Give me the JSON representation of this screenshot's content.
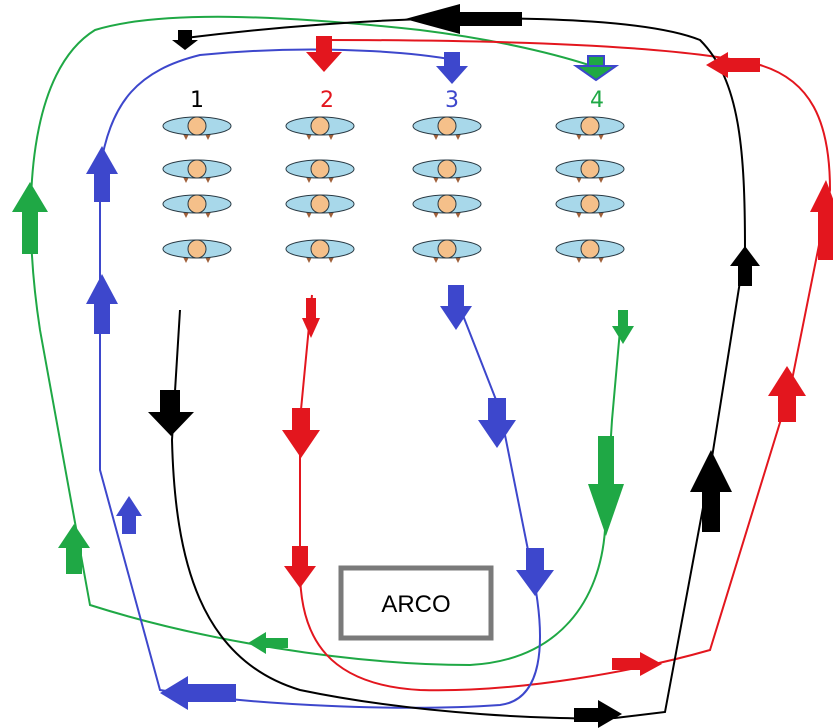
{
  "columns": [
    {
      "label": "1",
      "color": "#000000"
    },
    {
      "label": "2",
      "color": "#e3161e"
    },
    {
      "label": "3",
      "color": "#3d47cc"
    },
    {
      "label": "4",
      "color": "#1fa845"
    }
  ],
  "target": {
    "label": "ARCO",
    "border_color": "#7a7a7a"
  },
  "colors": {
    "black": "#000000",
    "red": "#e3161e",
    "blue": "#3d47cc",
    "green": "#1fa845",
    "figure_fill": "#a8d8ea",
    "head_fill": "#f5c08a",
    "feet_fill": "#a0603a"
  },
  "figures_per_column": 4
}
